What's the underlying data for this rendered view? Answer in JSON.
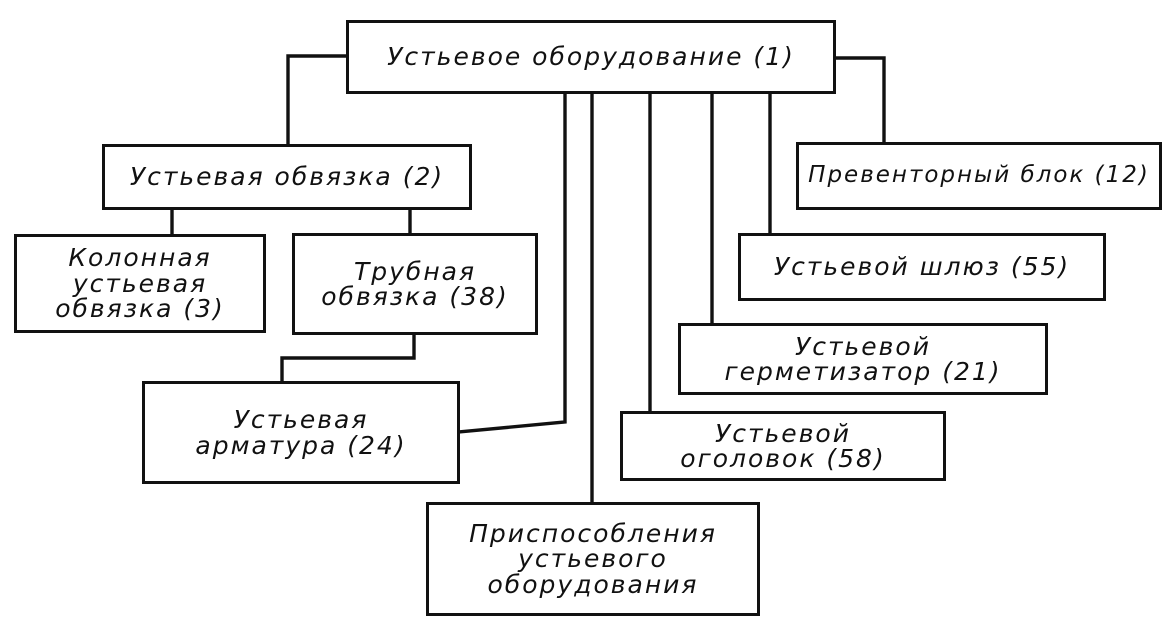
{
  "diagram": {
    "nodes": {
      "wellhead_equipment": "Устьевое оборудование (1)",
      "wellhead_piping": "Устьевая обвязка (2)",
      "column_piping": "Колонная\nустьевая\nобвязка (3)",
      "tubing_piping": "Трубная\nобвязка (38)",
      "wellhead_fittings": "Устьевая\nарматура (24)",
      "wellhead_devices": "Приспособления\nустьевого\nоборудования",
      "wellhead_cap": "Устьевой\nоголовок (58)",
      "wellhead_sealer": "Устьевой\nгерметизатор (21)",
      "wellhead_lock": "Устьевой шлюз (55)",
      "preventer_block": "Превенторный блок (12)"
    }
  }
}
